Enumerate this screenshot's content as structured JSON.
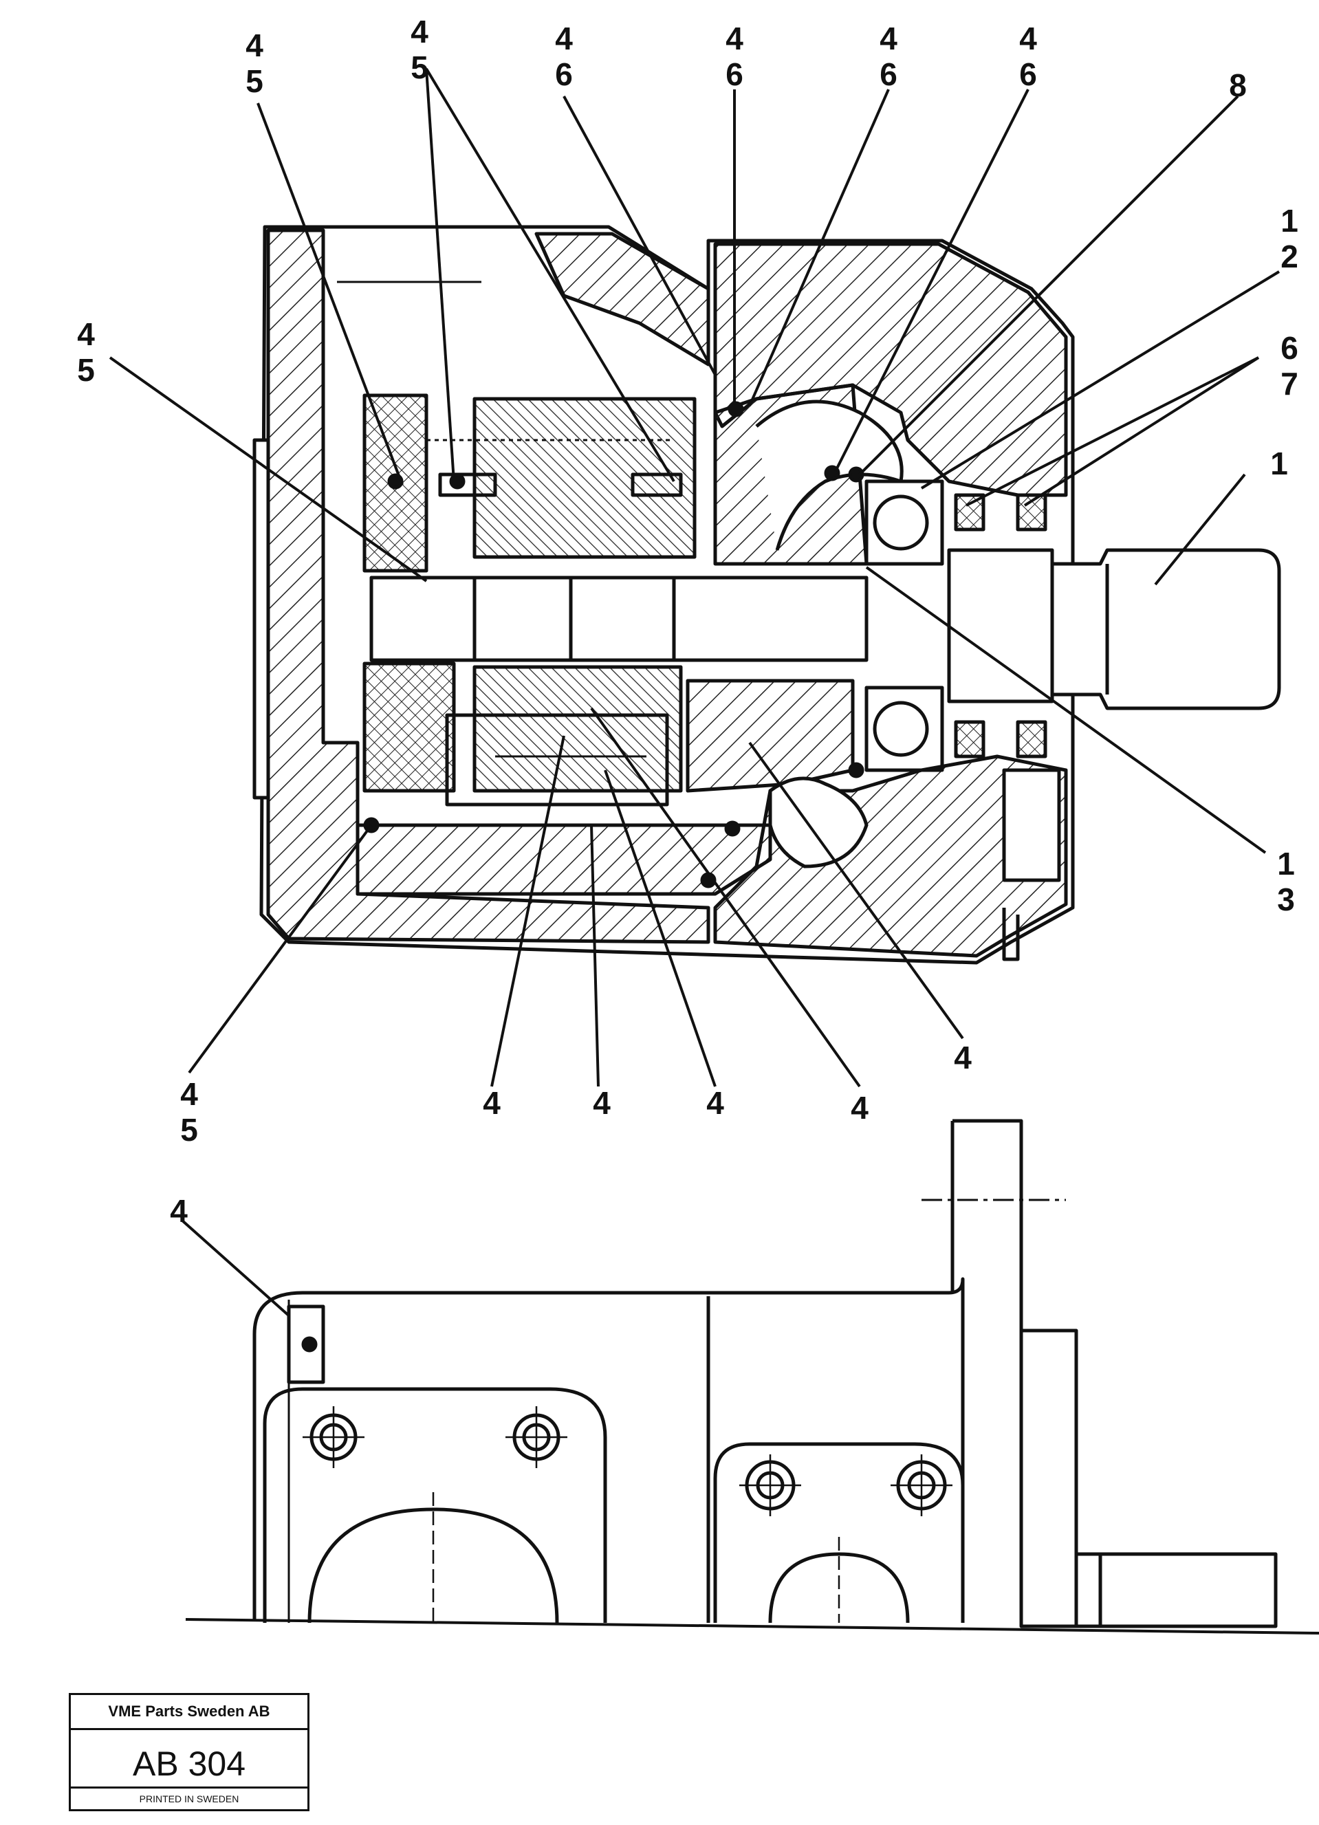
{
  "callouts": [
    {
      "lines": "4\n5"
    },
    {
      "lines": "4\n5"
    },
    {
      "lines": "4\n6"
    },
    {
      "lines": "4\n6"
    },
    {
      "lines": "4\n6"
    },
    {
      "lines": "4\n6"
    },
    {
      "lines": "8"
    },
    {
      "lines": "1\n2"
    },
    {
      "lines": "6\n7"
    },
    {
      "lines": "1"
    },
    {
      "lines": "4\n5"
    },
    {
      "lines": "1\n3"
    },
    {
      "lines": "4"
    },
    {
      "lines": "4\n5"
    },
    {
      "lines": "4"
    },
    {
      "lines": "4"
    },
    {
      "lines": "4"
    },
    {
      "lines": "4"
    },
    {
      "lines": "4"
    }
  ],
  "title_block": {
    "publisher": "VME Parts Sweden AB",
    "code": "AB 304",
    "origin": "PRINTED IN SWEDEN"
  }
}
